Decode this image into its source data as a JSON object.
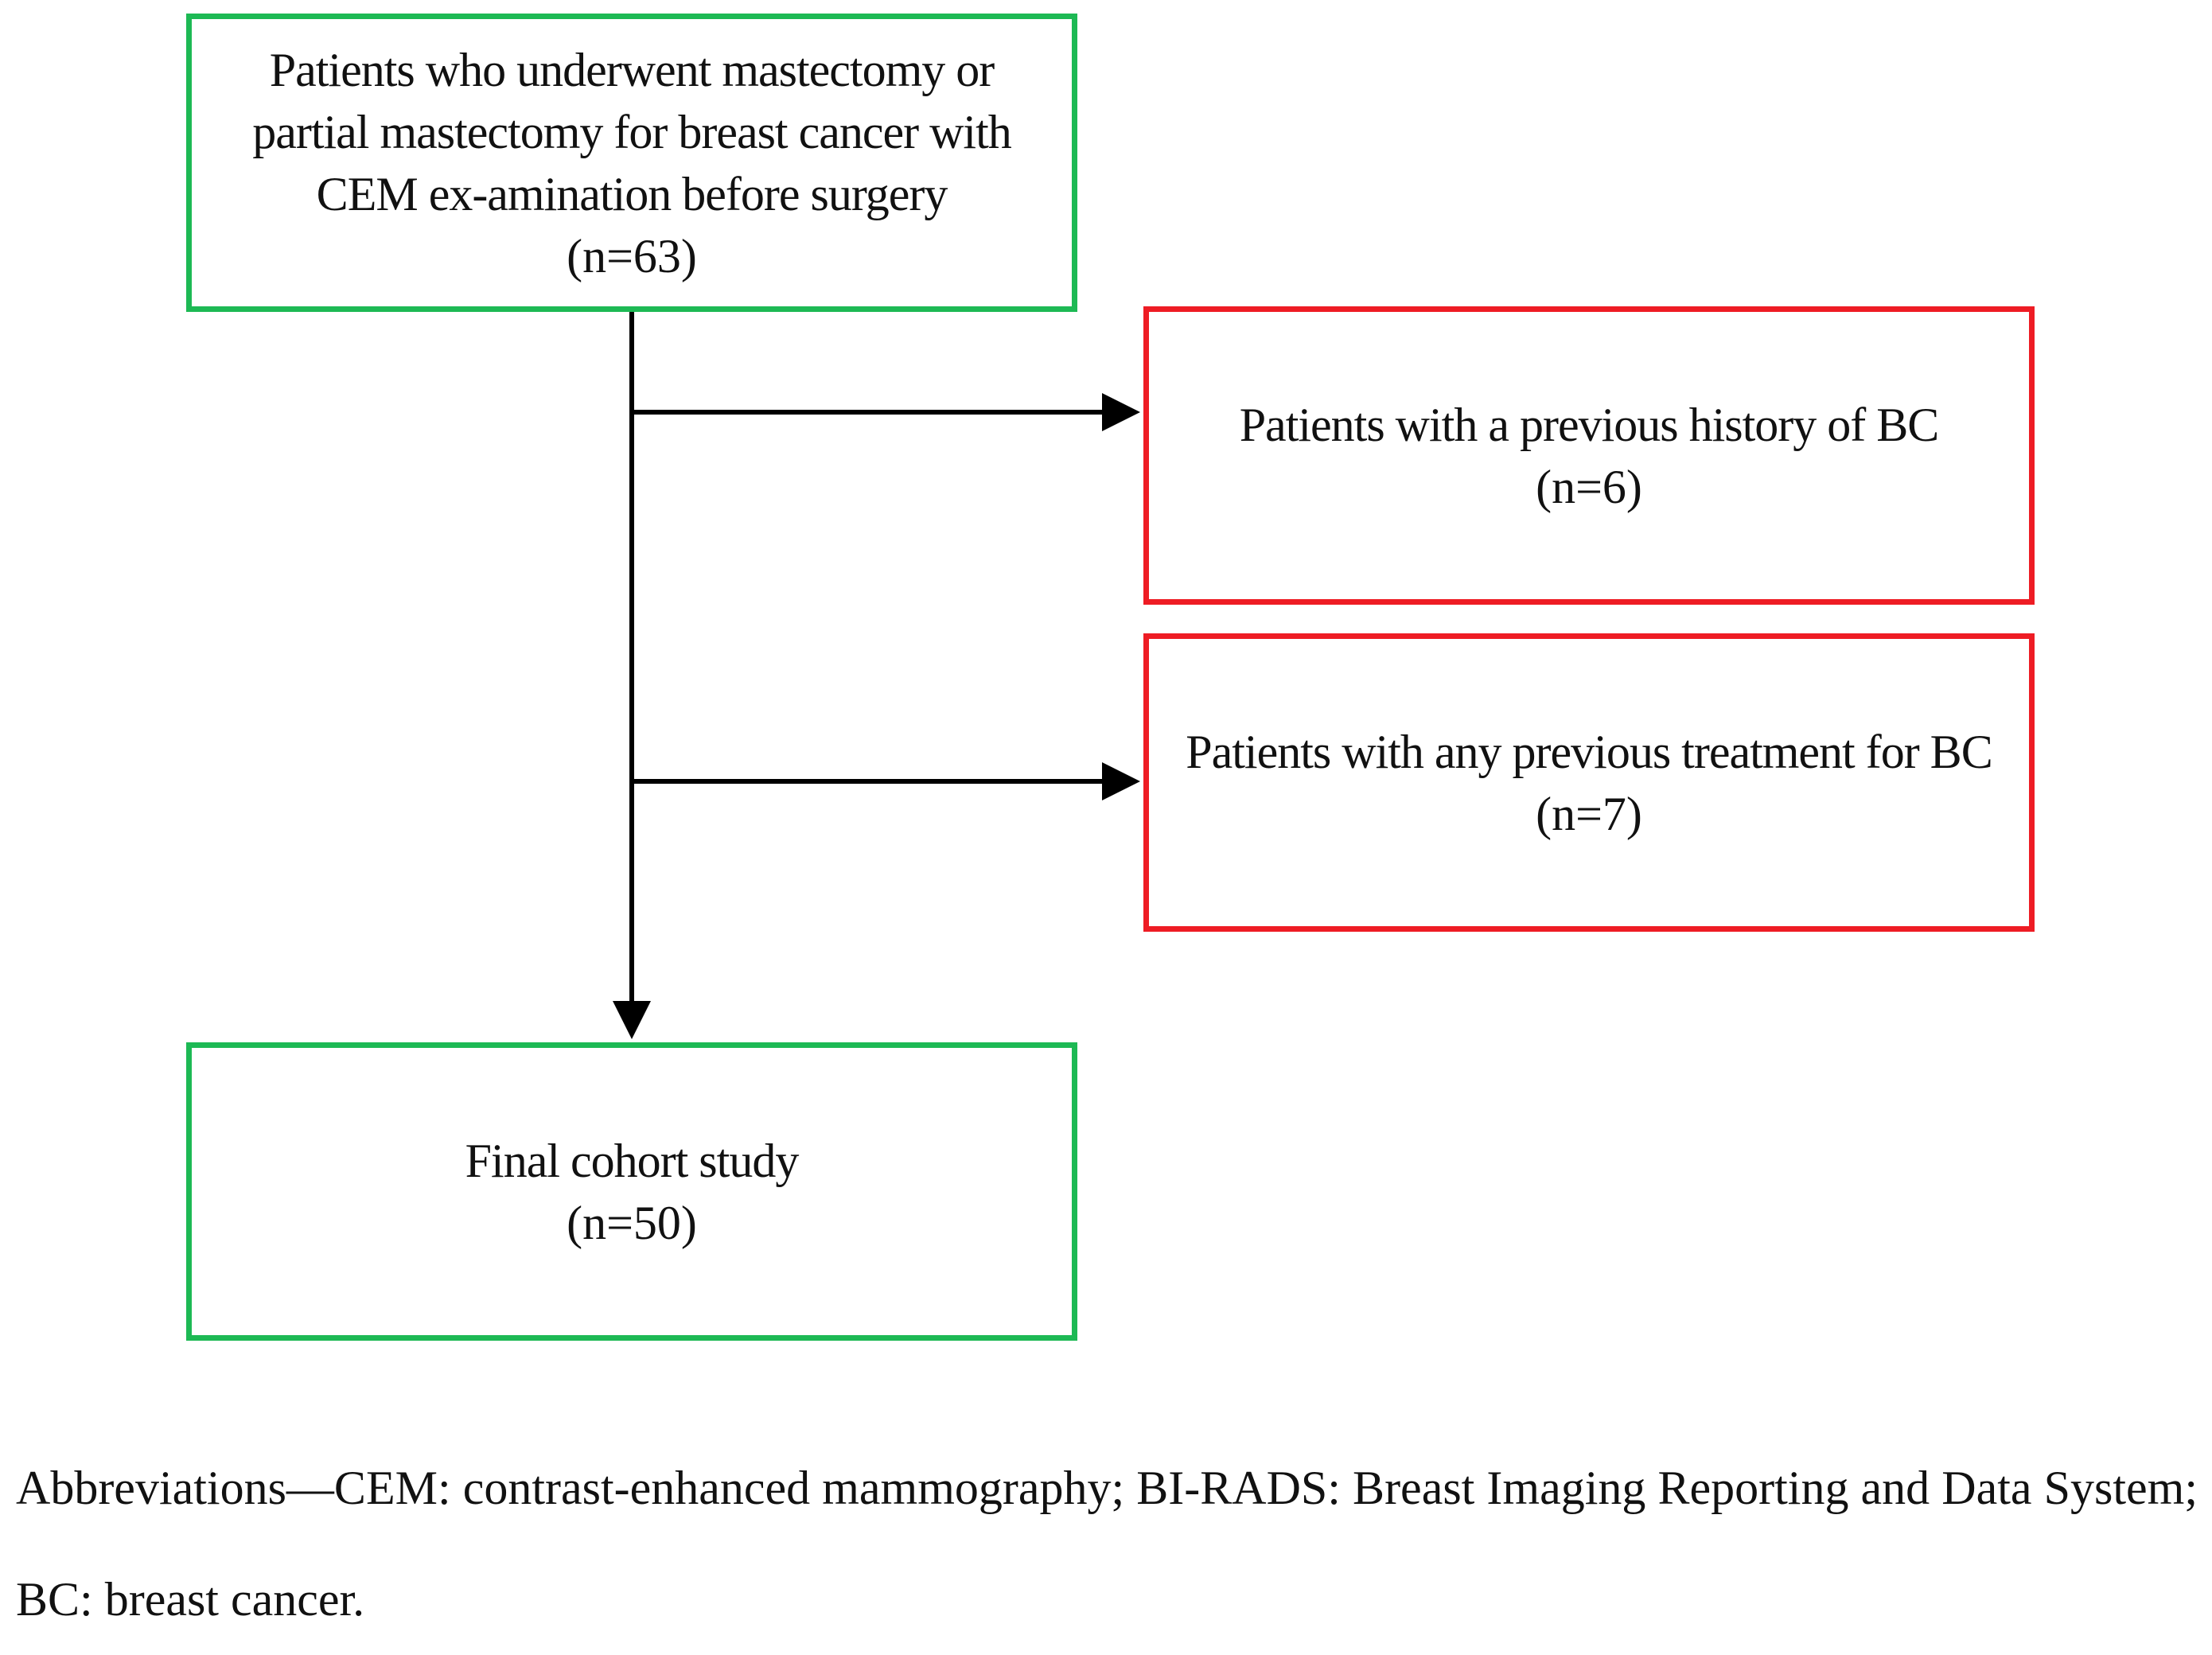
{
  "flowchart": {
    "start": {
      "text": "Patients who underwent mastectomy or partial mastectomy for breast cancer with CEM ex-amination before surgery",
      "count": "(n=63)",
      "border_color": "#1db954"
    },
    "exclusions": [
      {
        "text": "Patients with a previous history of BC",
        "count": "(n=6)",
        "border_color": "#ee1c24"
      },
      {
        "text": "Patients with any previous treatment for BC",
        "count": "(n=7)",
        "border_color": "#ee1c24"
      }
    ],
    "final": {
      "text": "Final cohort study",
      "count": "(n=50)",
      "border_color": "#1db954"
    },
    "arrow_color": "#000000"
  },
  "footnote": {
    "text": "Abbreviations—CEM: contrast-enhanced mammography; BI-RADS: Breast Imaging Reporting and Data System; BC: breast cancer."
  }
}
